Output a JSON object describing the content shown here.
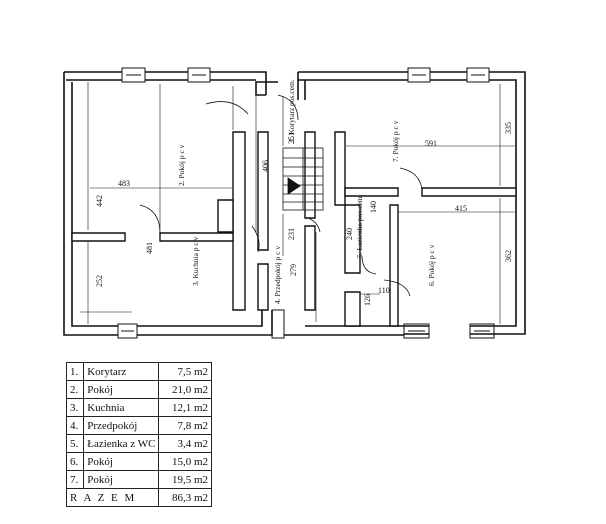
{
  "rooms": [
    {
      "no": "1.",
      "name": "Korytarz",
      "area": "7,5 m2"
    },
    {
      "no": "2.",
      "name": "Pokój",
      "area": "21,0 m2"
    },
    {
      "no": "3.",
      "name": "Kuchnia",
      "area": "12,1 m2"
    },
    {
      "no": "4.",
      "name": "Przedpokój",
      "area": "7,8 m2"
    },
    {
      "no": "5.",
      "name": "Łazienka z WC",
      "area": "3,4 m2"
    },
    {
      "no": "6.",
      "name": "Pokój",
      "area": "15,0 m2"
    },
    {
      "no": "7.",
      "name": "Pokój",
      "area": "19,5 m2"
    }
  ],
  "total": {
    "label": "R A Z E M",
    "area": "86,3 m2"
  },
  "plan_labels": {
    "room1": "1. Korytarz pos.cem.",
    "room2": "2. Pokój p c v",
    "room3": "3. Kuchnia p c v",
    "room4": "4. Przedpokój p c v",
    "room5": "5. Łazienka pos.cem.",
    "room6": "6. Pokój p c v",
    "room7": "7. Pokój p c v"
  },
  "dimensions": [
    "442",
    "483",
    "481",
    "252",
    "406",
    "251",
    "231",
    "279",
    "126",
    "110",
    "240",
    "140",
    "591",
    "335",
    "415",
    "362"
  ]
}
